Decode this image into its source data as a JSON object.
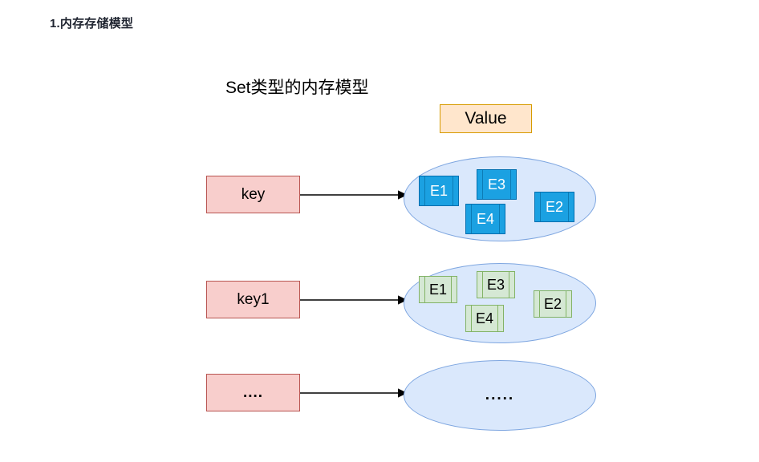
{
  "heading": "1.内存存储模型",
  "diagram": {
    "title": "Set类型的内存模型",
    "value_label": "Value",
    "colors": {
      "value_fill": "#ffe6cc",
      "value_stroke": "#d79b00",
      "key_fill": "#f8cecc",
      "key_stroke": "#b85450",
      "ellipse_fill": "#dae8fc",
      "ellipse_stroke": "#7ea6e0",
      "element_blue_fill": "#1ba1e2",
      "element_blue_stroke": "#006eaf",
      "element_green_fill": "#d5e8d4",
      "element_green_stroke": "#82b366",
      "arrow": "#000000",
      "heading_text": "#1f2430"
    },
    "rows": [
      {
        "key_label": "key",
        "style": "blue",
        "elements": [
          {
            "label": "E1"
          },
          {
            "label": "E3"
          },
          {
            "label": "E2"
          },
          {
            "label": "E4"
          }
        ]
      },
      {
        "key_label": "key1",
        "style": "green",
        "elements": [
          {
            "label": "E1"
          },
          {
            "label": "E3"
          },
          {
            "label": "E2"
          },
          {
            "label": "E4"
          }
        ]
      },
      {
        "key_label": "....",
        "style": "empty",
        "ellipse_label": ".....",
        "elements": []
      }
    ]
  }
}
